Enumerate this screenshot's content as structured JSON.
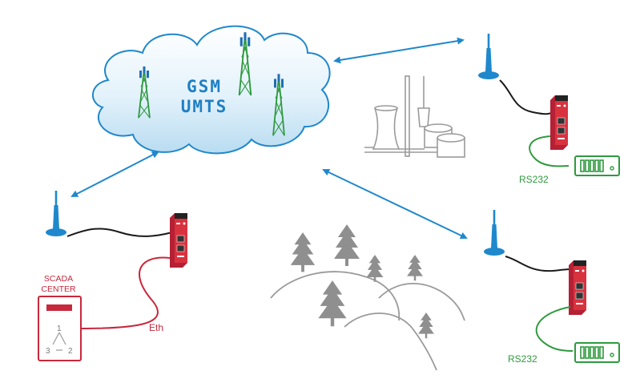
{
  "cloud": {
    "line1": "GSM",
    "line2": "UMTS"
  },
  "scada": {
    "line1": "SCADA",
    "line2": "CENTER",
    "nums": [
      "1",
      "3",
      "2"
    ]
  },
  "links": {
    "eth": "Eth",
    "rs232_top": "RS232",
    "rs232_bottom": "RS232"
  },
  "colors": {
    "arrow": "#1f88cc",
    "antenna": "#1f88cc",
    "router": "#c8283c",
    "eth_cable": "#c8283c",
    "serial_cable": "#2e9a3e",
    "landscape": "#9a9a9a"
  },
  "icons": [
    "cell-tower-icon",
    "antenna-icon",
    "router-icon",
    "industrial-plant-icon",
    "tree-icon",
    "device-icon",
    "scada-terminal-icon"
  ]
}
